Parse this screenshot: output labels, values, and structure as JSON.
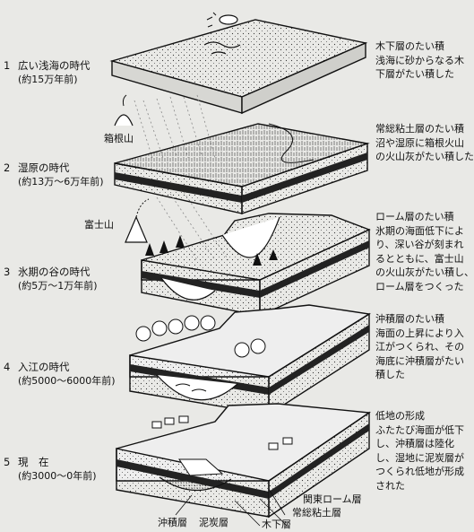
{
  "eras": [
    {
      "num": "1",
      "title": "広い浅海の時代",
      "age": "(約15万年前)"
    },
    {
      "num": "2",
      "title": "湿原の時代",
      "age": "(約13万～6万年前)"
    },
    {
      "num": "3",
      "title": "氷期の谷の時代",
      "age": "(約5万～1万年前)"
    },
    {
      "num": "4",
      "title": "入江の時代",
      "age": "(約5000～6000年前)"
    },
    {
      "num": "5",
      "title": "現　在",
      "age": "(約3000～0年前)"
    }
  ],
  "descriptions": [
    {
      "lines": [
        "木下層のたい積",
        "浅海に砂からなる木",
        "下層がたい積した"
      ]
    },
    {
      "lines": [
        "常総粘土層のたい積",
        "沼や湿原に箱根火山",
        "の火山灰がたい積した"
      ]
    },
    {
      "lines": [
        "ローム層のたい積",
        "氷期の海面低下によ",
        "り、深い谷が刻まれ",
        "るとともに、富士山",
        "の火山灰がたい積し、",
        "ローム層をつくった"
      ]
    },
    {
      "lines": [
        "沖積層のたい積",
        "海面の上昇により入",
        "江がつくられ、その",
        "海底に沖積層がたい",
        "積した"
      ]
    },
    {
      "lines": [
        "低地の形成",
        "ふたたび海面が低下",
        "し、沖積層は陸化",
        "し、湿地に泥炭層が",
        "つくられ低地が形成",
        "された"
      ]
    }
  ],
  "labels": {
    "hakone": "箱根山",
    "fuji": "富士山",
    "kanto_loam": "関東ローム層",
    "joso_clay": "常総粘土層",
    "kioroshi": "木下層",
    "alluvium": "沖積層",
    "peat": "泥炭層"
  }
}
